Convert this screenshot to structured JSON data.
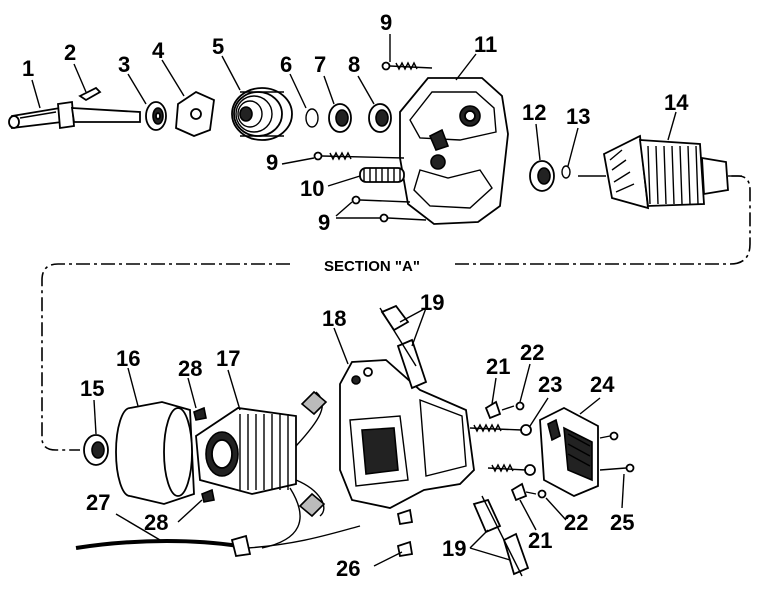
{
  "section_label": "SECTION \"A\"",
  "callouts": [
    {
      "id": "n1",
      "text": "1"
    },
    {
      "id": "n2",
      "text": "2"
    },
    {
      "id": "n3",
      "text": "3"
    },
    {
      "id": "n4",
      "text": "4"
    },
    {
      "id": "n5",
      "text": "5"
    },
    {
      "id": "n6",
      "text": "6"
    },
    {
      "id": "n7",
      "text": "7"
    },
    {
      "id": "n8",
      "text": "8"
    },
    {
      "id": "n9a",
      "text": "9"
    },
    {
      "id": "n9b",
      "text": "9"
    },
    {
      "id": "n9c",
      "text": "9"
    },
    {
      "id": "n10",
      "text": "10"
    },
    {
      "id": "n11",
      "text": "11"
    },
    {
      "id": "n12",
      "text": "12"
    },
    {
      "id": "n13",
      "text": "13"
    },
    {
      "id": "n14",
      "text": "14"
    },
    {
      "id": "n15",
      "text": "15"
    },
    {
      "id": "n16",
      "text": "16"
    },
    {
      "id": "n17",
      "text": "17"
    },
    {
      "id": "n18",
      "text": "18"
    },
    {
      "id": "n19a",
      "text": "19"
    },
    {
      "id": "n19b",
      "text": "19"
    },
    {
      "id": "n21a",
      "text": "21"
    },
    {
      "id": "n21b",
      "text": "21"
    },
    {
      "id": "n22a",
      "text": "22"
    },
    {
      "id": "n22b",
      "text": "22"
    },
    {
      "id": "n23",
      "text": "23"
    },
    {
      "id": "n24",
      "text": "24"
    },
    {
      "id": "n25",
      "text": "25"
    },
    {
      "id": "n26",
      "text": "26"
    },
    {
      "id": "n27",
      "text": "27"
    },
    {
      "id": "n28a",
      "text": "28"
    },
    {
      "id": "n28b",
      "text": "28"
    }
  ]
}
